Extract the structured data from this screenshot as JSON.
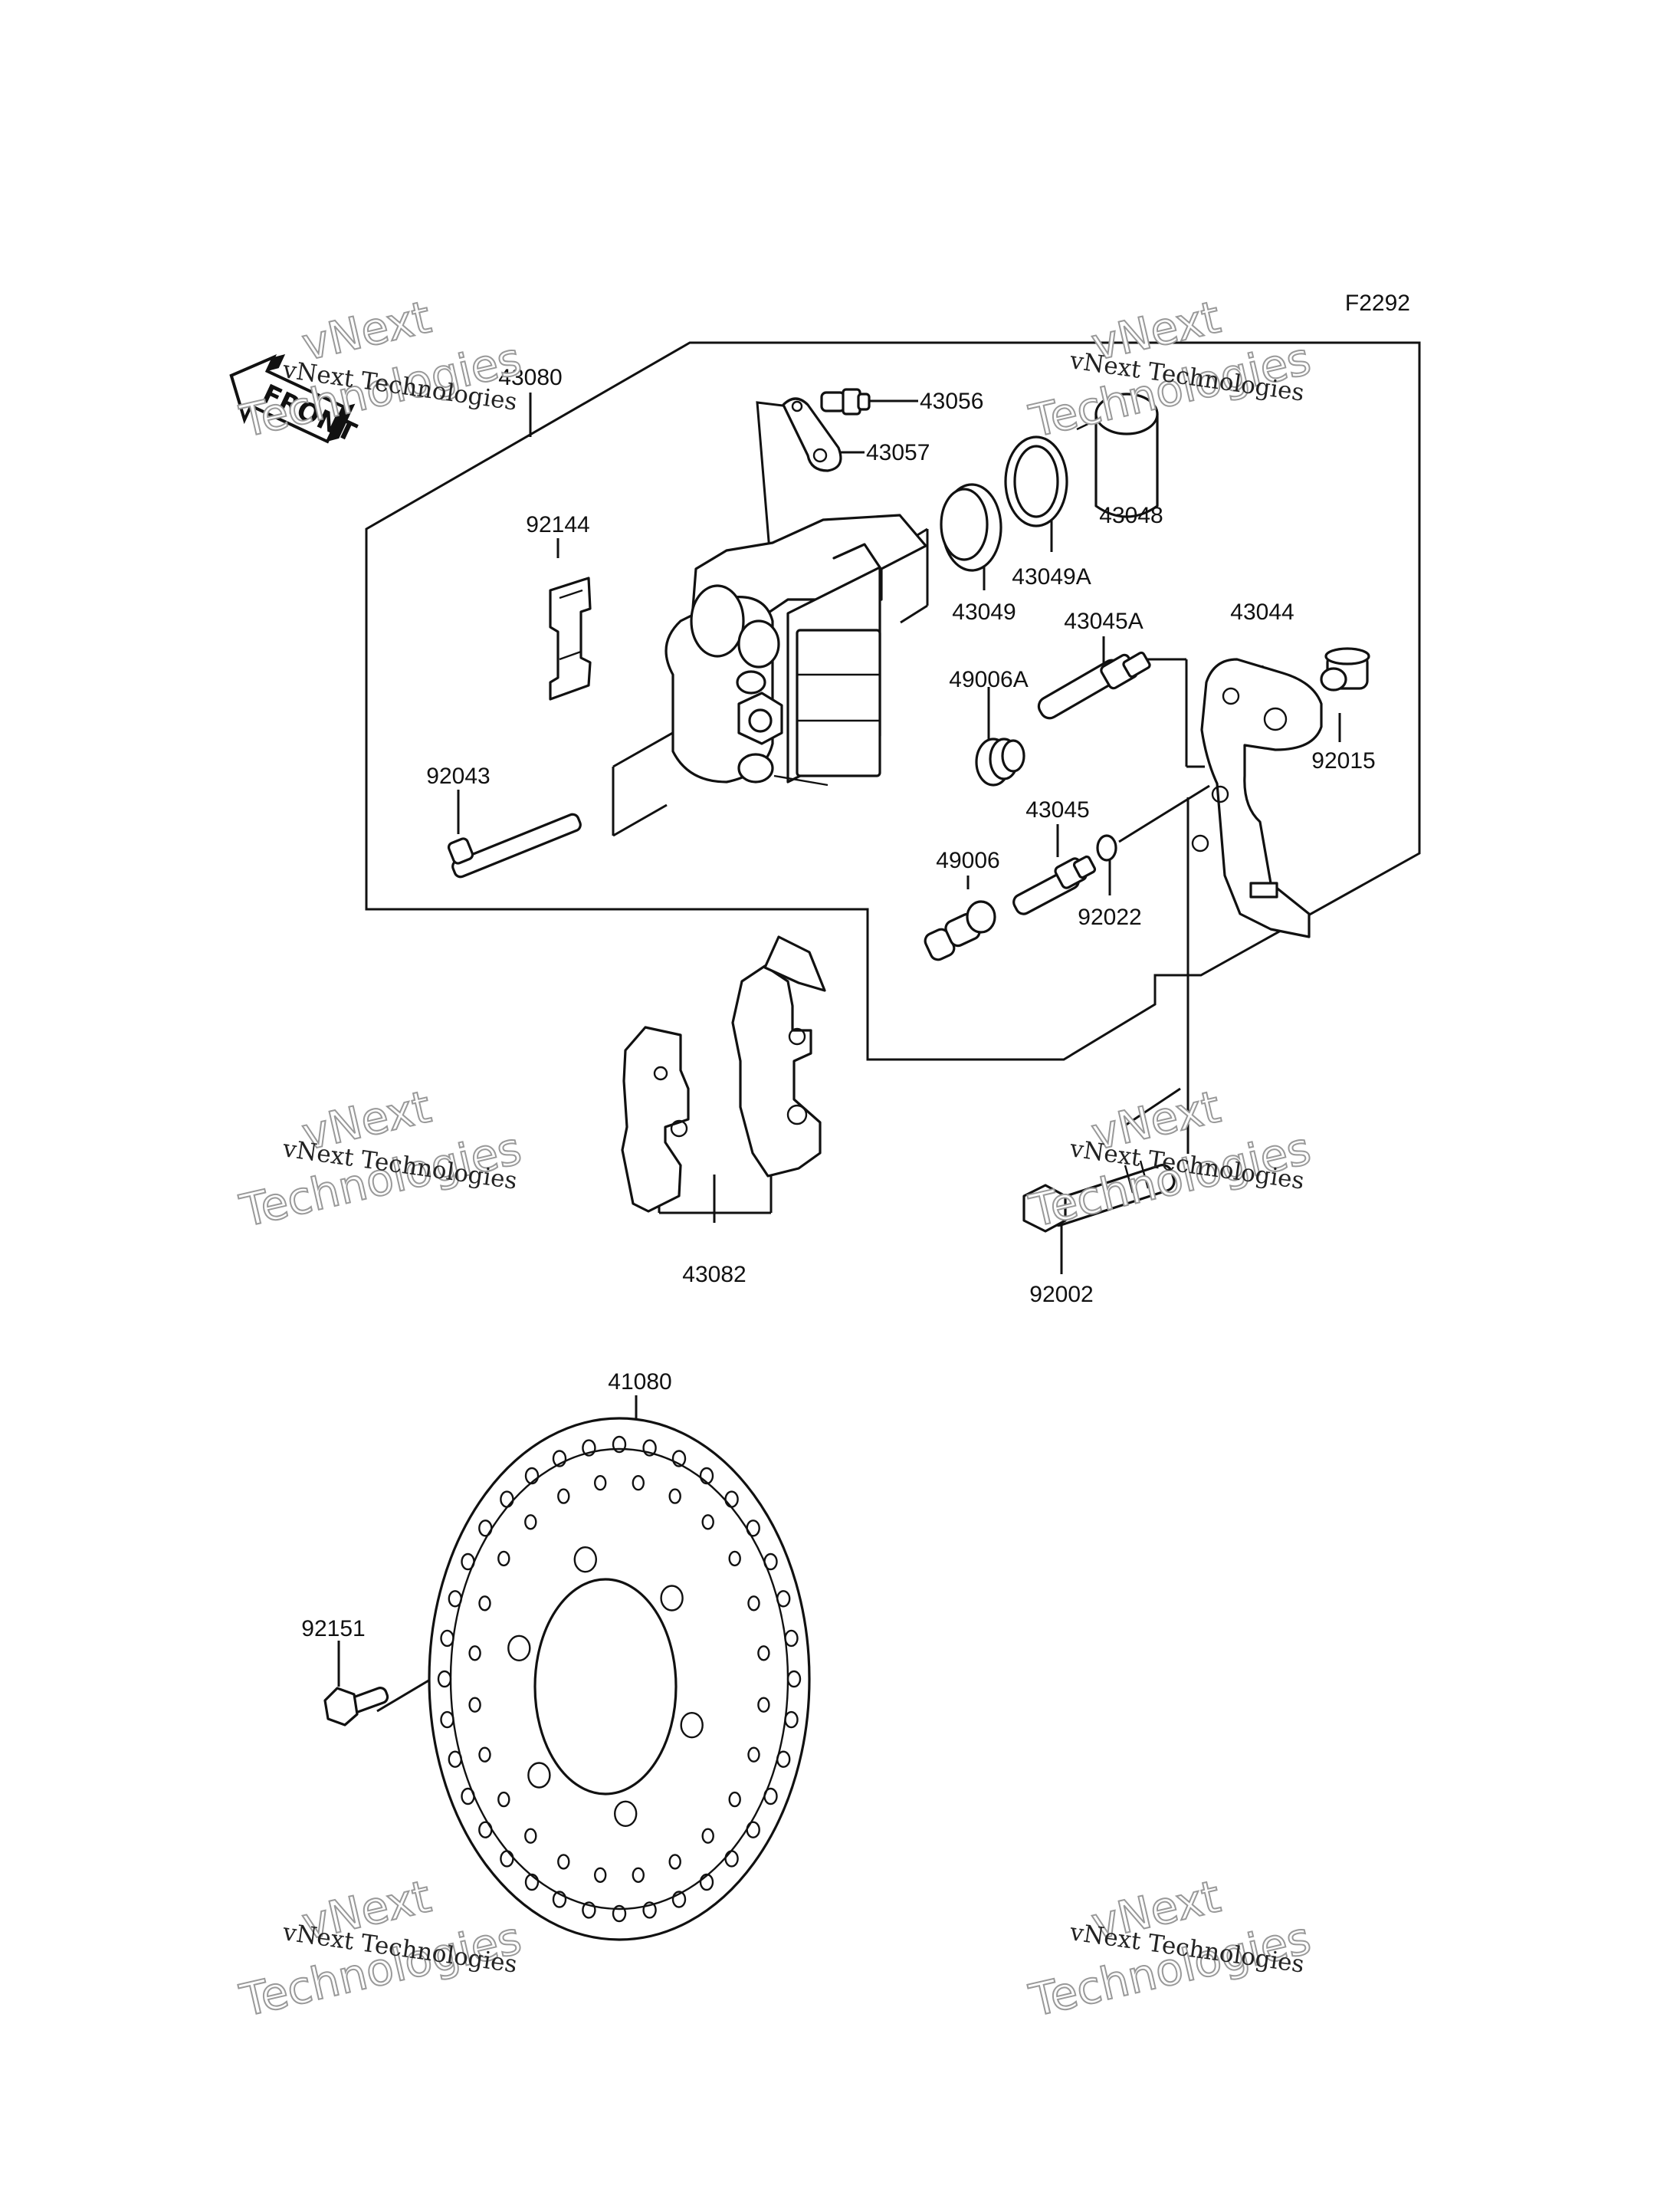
{
  "figure_code": "F2292",
  "front_label": "FRONT",
  "watermark": {
    "line1": "vNext Technologies",
    "line2a": "vNext",
    "line2b": "Technologies"
  },
  "parts": {
    "p43080": "43080",
    "p43056": "43056",
    "p43057": "43057",
    "p43048": "43048",
    "p92144": "92144",
    "p43049A": "43049A",
    "p43049": "43049",
    "p43045A": "43045A",
    "p43044": "43044",
    "p49006A": "49006A",
    "p92015": "92015",
    "p92043": "92043",
    "p43045": "43045",
    "p49006": "49006",
    "p92022": "92022",
    "p43082": "43082",
    "p92002": "92002",
    "p41080": "41080",
    "p92151": "92151"
  }
}
